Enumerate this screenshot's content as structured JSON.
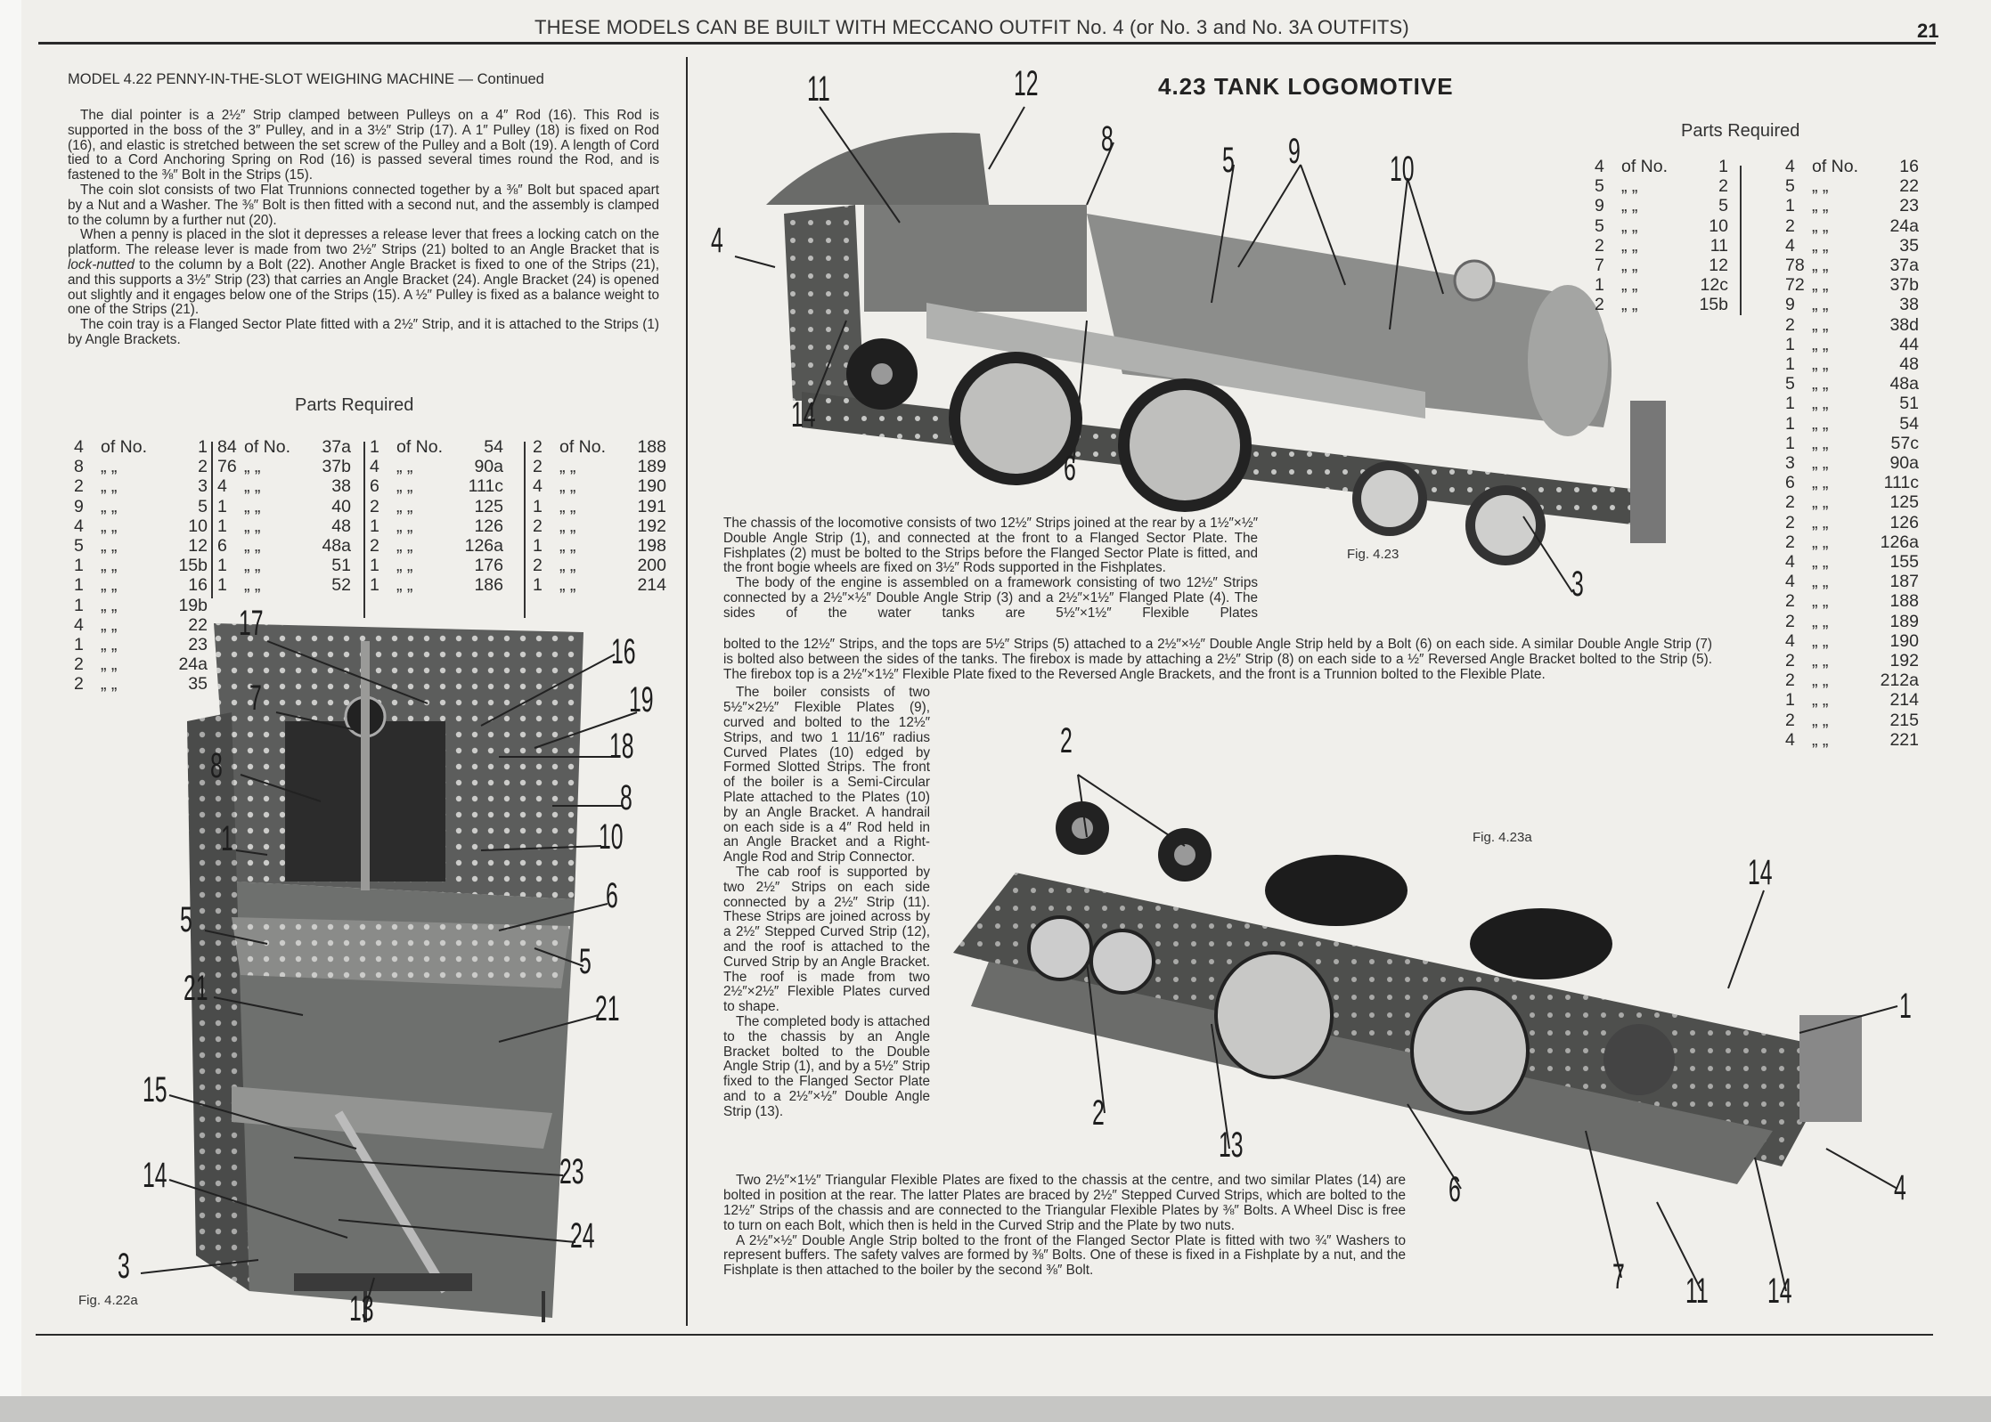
{
  "header": {
    "running_title": "THESE MODELS CAN BE BUILT WITH MECCANO OUTFIT No. 4 (or No. 3 and No. 3A OUTFITS)",
    "page_number": "21"
  },
  "model_422": {
    "title": "MODEL 4.22   PENNY-IN-THE-SLOT WEIGHING MACHINE — Continued",
    "p1": "The dial pointer is a 2½″ Strip clamped between Pulleys on a 4″ Rod (16). This Rod is supported in the boss of the 3″ Pulley, and in a 3½″ Strip (17). A 1″ Pulley (18) is fixed on Rod (16), and elastic is stretched between the set screw of the Pulley and a Bolt (19). A length of Cord tied to a Cord Anchoring Spring on Rod (16) is passed several times round the Rod, and is fastened to the ⅜″ Bolt in the Strips (15).",
    "p2": "The coin slot consists of two Flat Trunnions connected together by a ⅜″ Bolt but spaced apart by a Nut and a Washer. The ⅜″ Bolt is then fitted with a second nut, and the assembly is clamped to the column by a further nut (20).",
    "p3a": "When a penny is placed in the slot it depresses a release lever that frees a locking catch on the platform. The release lever is made from two 2½″ Strips (21) bolted to an Angle Bracket that is ",
    "p3_italic": "lock-nutted",
    "p3b": " to the column by a Bolt (22). Another Angle Bracket is fixed to one of the Strips (21), and this supports a 3½″ Strip (23) that carries an Angle Bracket (24). Angle Bracket (24) is opened out slightly and it engages below one of the Strips (15). A ½″ Pulley is fixed as a balance weight to one of the Strips (21).",
    "p4": "The coin tray is a Flanged Sector Plate fitted with a 2½″ Strip, and it is attached to the Strips (1) by Angle Brackets.",
    "parts_title": "Parts Required",
    "of_label": "of No.",
    "ditto": "„   „",
    "parts": [
      [
        [
          "4",
          "1"
        ],
        [
          "8",
          "2"
        ],
        [
          "2",
          "3"
        ],
        [
          "9",
          "5"
        ],
        [
          "4",
          "10"
        ],
        [
          "5",
          "12"
        ],
        [
          "1",
          "15b"
        ],
        [
          "1",
          "16"
        ],
        [
          "1",
          "19b"
        ],
        [
          "4",
          "22"
        ],
        [
          "1",
          "23"
        ],
        [
          "2",
          "24a"
        ],
        [
          "2",
          "35"
        ]
      ],
      [
        [
          "84",
          "37a"
        ],
        [
          "76",
          "37b"
        ],
        [
          "4",
          "38"
        ],
        [
          "1",
          "40"
        ],
        [
          "1",
          "48"
        ],
        [
          "6",
          "48a"
        ],
        [
          "1",
          "51"
        ],
        [
          "1",
          "52"
        ]
      ],
      [
        [
          "1",
          "54"
        ],
        [
          "4",
          "90a"
        ],
        [
          "6",
          "111c"
        ],
        [
          "2",
          "125"
        ],
        [
          "1",
          "126"
        ],
        [
          "2",
          "126a"
        ],
        [
          "1",
          "176"
        ],
        [
          "1",
          "186"
        ]
      ],
      [
        [
          "2",
          "188"
        ],
        [
          "2",
          "189"
        ],
        [
          "4",
          "190"
        ],
        [
          "1",
          "191"
        ],
        [
          "2",
          "192"
        ],
        [
          "1",
          "198"
        ],
        [
          "2",
          "200"
        ],
        [
          "1",
          "214"
        ]
      ]
    ],
    "figure_caption": "Fig. 4.22a",
    "callouts": [
      "17",
      "16",
      "7",
      "19",
      "18",
      "8",
      "8",
      "1",
      "10",
      "6",
      "5",
      "5",
      "21",
      "21",
      "15",
      "23",
      "14",
      "24",
      "3",
      "13"
    ]
  },
  "model_423": {
    "title": "4.23  TANK LOGOMOTIVE",
    "parts_title": "Parts Required",
    "parts": [
      [
        [
          "4",
          "1"
        ],
        [
          "5",
          "2"
        ],
        [
          "9",
          "5"
        ],
        [
          "5",
          "10"
        ],
        [
          "2",
          "11"
        ],
        [
          "7",
          "12"
        ],
        [
          "1",
          "12c"
        ],
        [
          "2",
          "15b"
        ]
      ],
      [
        [
          "4",
          "16"
        ],
        [
          "5",
          "22"
        ],
        [
          "1",
          "23"
        ],
        [
          "2",
          "24a"
        ],
        [
          "4",
          "35"
        ],
        [
          "78",
          "37a"
        ],
        [
          "72",
          "37b"
        ],
        [
          "9",
          "38"
        ],
        [
          "2",
          "38d"
        ],
        [
          "1",
          "44"
        ],
        [
          "1",
          "48"
        ],
        [
          "5",
          "48a"
        ],
        [
          "1",
          "51"
        ],
        [
          "1",
          "54"
        ],
        [
          "1",
          "57c"
        ],
        [
          "3",
          "90a"
        ],
        [
          "6",
          "111c"
        ],
        [
          "2",
          "125"
        ],
        [
          "2",
          "126"
        ],
        [
          "2",
          "126a"
        ],
        [
          "4",
          "155"
        ],
        [
          "4",
          "187"
        ],
        [
          "2",
          "188"
        ],
        [
          "2",
          "189"
        ],
        [
          "4",
          "190"
        ],
        [
          "2",
          "192"
        ],
        [
          "2",
          "212a"
        ],
        [
          "1",
          "214"
        ],
        [
          "2",
          "215"
        ],
        [
          "4",
          "221"
        ]
      ]
    ],
    "p1": "The chassis of the locomotive consists of two 12½″ Strips joined at the rear by a 1½″×½″ Double Angle Strip (1), and connected at the front to a Flanged Sector Plate. The Fishplates (2) must be bolted to the Strips before the Flanged Sector Plate is fitted, and the front bogie wheels are fixed on 3½″ Rods supported in the Fishplates.",
    "p2a": "The body of the engine is assembled on a framework consisting of two 12½″ Strips connected by a 2½″×½″ Double Angle Strip (3) and a 2½″×1½″ Flanged Plate (4). The sides of the water tanks are 5½″×1½″ Flexible Plates",
    "p2b": "bolted to the 12½″ Strips, and the tops are 5½″ Strips (5) attached to a 2½″×½″ Double Angle Strip held by a Bolt (6) on each side. A similar Double Angle Strip (7) is bolted also between the sides of the tanks. The firebox is made by attaching a 2½″ Strip (8) on each side to a ½″ Reversed Angle Bracket bolted to the Strip (5). The firebox top is a 2½″×1½″ Flexible Plate fixed to the Reversed Angle Brackets, and the front is a Trunnion bolted to the Flexible Plate.",
    "p3": "The boiler consists of two 5½″×2½″ Flexible Plates (9), curved and bolted to the 12½″ Strips, and two 1 11/16″ radius Curved Plates (10) edged by Formed Slotted Strips. The front of the boiler is a Semi-Circular Plate attached to the Plates (10) by an Angle Bracket. A handrail on each side is a 4″ Rod held in an Angle Bracket and a Right-Angle Rod and Strip Connector.",
    "p4": "The cab roof is supported by two 2½″ Strips on each side connected by a 2½″ Strip (11). These Strips are joined across by a 2½″ Stepped Curved Strip (12), and the roof is attached to the Curved Strip by an Angle Bracket. The roof is made from two 2½″×2½″ Flexible Plates curved to shape.",
    "p5": "The completed body is attached to the chassis by an Angle Bracket bolted to the Double Angle Strip (1), and by a 5½″ Strip fixed to the Flanged Sector Plate and to a 2½″×½″ Double Angle Strip (13).",
    "p6": "Two 2½″×1½″ Triangular Flexible Plates are fixed to the chassis at the centre, and two similar Plates (14) are bolted in position at the rear. The latter Plates are braced by 2½″ Stepped Curved Strips, which are bolted to the 12½″ Strips of the chassis and are connected to the Triangular Flexible Plates by ⅜″ Bolts. A Wheel Disc is free to turn on each Bolt, which then is held in the Curved Strip and the Plate by two nuts.",
    "p7": "A 2½″×½″ Double Angle Strip bolted to the front of the Flanged Sector Plate is fitted with two ¾″ Washers to represent buffers. The safety valves are formed by ⅜″ Bolts. One of these is fixed in a Fishplate by a nut, and the Fishplate is then attached to the boiler by the second ⅜″ Bolt.",
    "fig_caption": "Fig. 4.23",
    "fig_caption_a": "Fig. 4.23a",
    "callouts_fig": [
      "11",
      "12",
      "8",
      "5",
      "9",
      "10",
      "4",
      "14",
      "6",
      "3"
    ],
    "callouts_fig_a": [
      "2",
      "14",
      "1",
      "2",
      "13",
      "6",
      "4",
      "7",
      "11",
      "14"
    ]
  }
}
